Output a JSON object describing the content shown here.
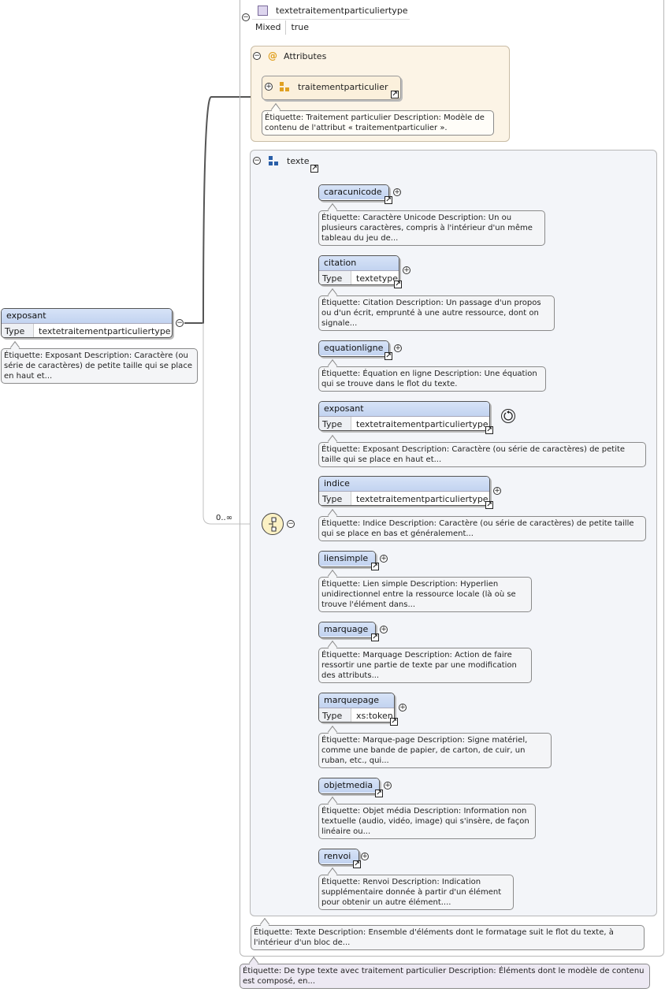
{
  "root": {
    "name": "exposant",
    "type_label": "Type",
    "type_value": "textetraitementparticuliertype",
    "doc": "Étiquette: Exposant Description: Caractère (ou série de caractères) de petite taille qui se place en haut et...",
    "cardinality": "0..∞"
  },
  "complex_type": {
    "name": "textetraitementparticuliertype",
    "mixed_label": "Mixed",
    "mixed_value": "true",
    "doc": "Étiquette: De type texte avec traitement particulier Description: Éléments dont le modèle de contenu est composé, en..."
  },
  "attributes": {
    "label": "Attributes",
    "items": [
      {
        "name": "traitementparticulier",
        "doc": "Étiquette: Traitement particulier Description: Modèle de contenu de l'attribut « traitementparticulier »."
      }
    ]
  },
  "group": {
    "name": "texte",
    "doc": "Étiquette: Texte Description: Ensemble d'éléments dont le formatage suit le flot du texte, à l'intérieur d'un bloc de..."
  },
  "children": [
    {
      "name": "caracunicode",
      "doc": "Étiquette: Caractère Unicode Description: Un ou plusieurs caractères, compris à l'intérieur d'un même tableau du jeu de..."
    },
    {
      "name": "citation",
      "type_label": "Type",
      "type_value": "textetype",
      "doc": "Étiquette: Citation Description: Un passage d'un propos ou d'un écrit, emprunté à une autre ressource, dont on signale..."
    },
    {
      "name": "equationligne",
      "doc": "Étiquette: Équation en ligne Description: Une équation qui se trouve dans le flot du texte."
    },
    {
      "name": "exposant",
      "type_label": "Type",
      "type_value": "textetraitementparticuliertype",
      "doc": "Étiquette: Exposant Description: Caractère (ou série de caractères) de petite taille qui se place en haut et..."
    },
    {
      "name": "indice",
      "type_label": "Type",
      "type_value": "textetraitementparticuliertype",
      "doc": "Étiquette: Indice Description: Caractère (ou série de caractères) de petite taille qui se place en bas et généralement..."
    },
    {
      "name": "liensimple",
      "doc": "Étiquette: Lien simple Description: Hyperlien unidirectionnel entre la ressource locale (là où se trouve l'élément dans..."
    },
    {
      "name": "marquage",
      "doc": "Étiquette: Marquage Description: Action de faire ressortir une partie de texte par une modification des attributs..."
    },
    {
      "name": "marquepage",
      "type_label": "Type",
      "type_value": "xs:token",
      "doc": "Étiquette: Marque-page Description: Signe matériel, comme une bande de papier, de carton, de cuir, un ruban, etc., qui..."
    },
    {
      "name": "objetmedia",
      "doc": "Étiquette: Objet média Description: Information non textuelle (audio, vidéo, image) qui s'insère, de façon linéaire ou..."
    },
    {
      "name": "renvoi",
      "doc": "Étiquette: Renvoi Description: Indication supplémentaire donnée à partir d'un élément pour obtenir un autre élément...."
    }
  ],
  "colors": {
    "element_header": "#c9d8f2",
    "attributes_panel": "#fcf4e6",
    "group_panel": "#f3f5f9",
    "doc_purple": "#ede9f3"
  }
}
